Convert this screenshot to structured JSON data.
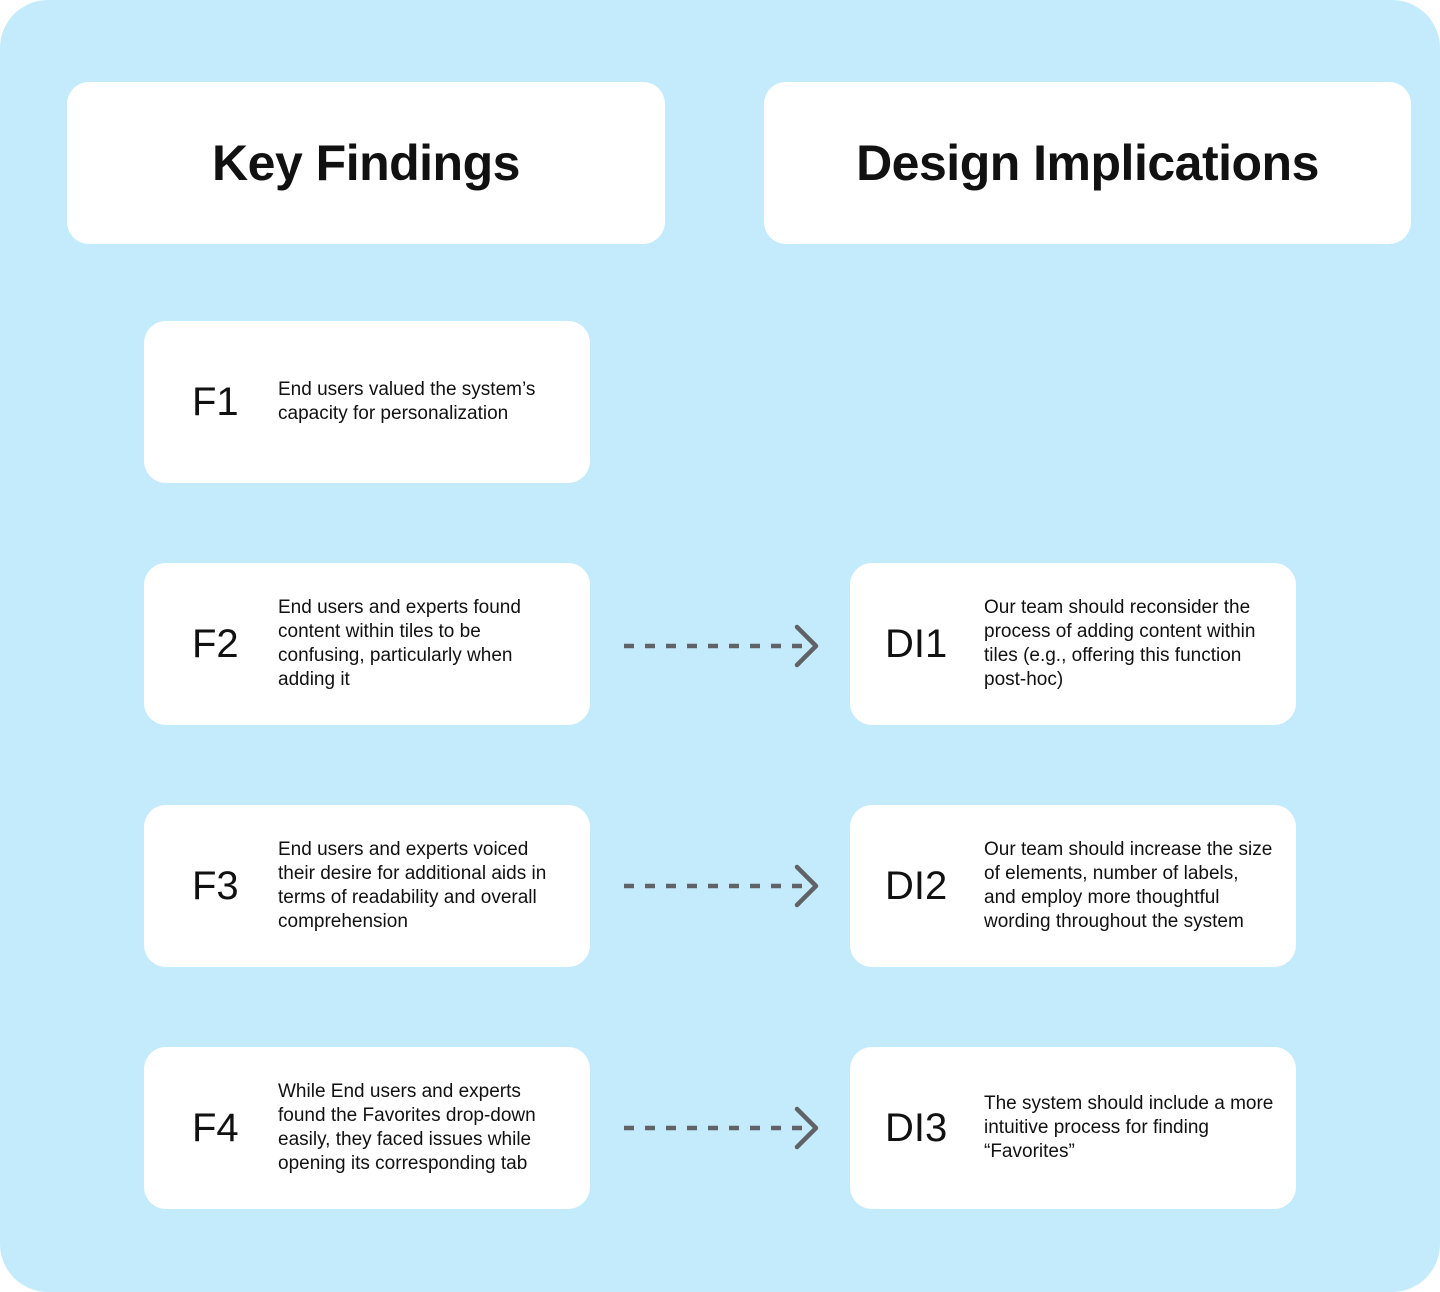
{
  "headers": {
    "key_findings": "Key Findings",
    "design_implications": "Design Implications"
  },
  "findings": [
    {
      "code": "F1",
      "text": "End users valued the system’s capacity for personalization"
    },
    {
      "code": "F2",
      "text": "End users and experts found content within tiles to be confusing, particularly when adding it"
    },
    {
      "code": "F3",
      "text": "End users and experts voiced their desire for additional aids in terms of readability and overall comprehension"
    },
    {
      "code": "F4",
      "text": "While End users and experts found the Favorites drop-down easily, they faced issues while opening its corresponding tab"
    }
  ],
  "implications": [
    {
      "code": "DI1",
      "text": "Our team should reconsider the process of adding content within tiles (e.g., offering this function post-hoc)"
    },
    {
      "code": "DI2",
      "text": "Our team should increase the size of elements, number of labels, and employ more thoughtful wording throughout the system"
    },
    {
      "code": "DI3",
      "text": "The system should include a more intuitive process for finding “Favorites”"
    }
  ],
  "links": [
    {
      "from": "F2",
      "to": "DI1"
    },
    {
      "from": "F3",
      "to": "DI2"
    },
    {
      "from": "F4",
      "to": "DI3"
    }
  ],
  "colors": {
    "background": "#c4ebfc",
    "card": "#ffffff",
    "arrow": "#5f6368",
    "text": "#111111"
  }
}
